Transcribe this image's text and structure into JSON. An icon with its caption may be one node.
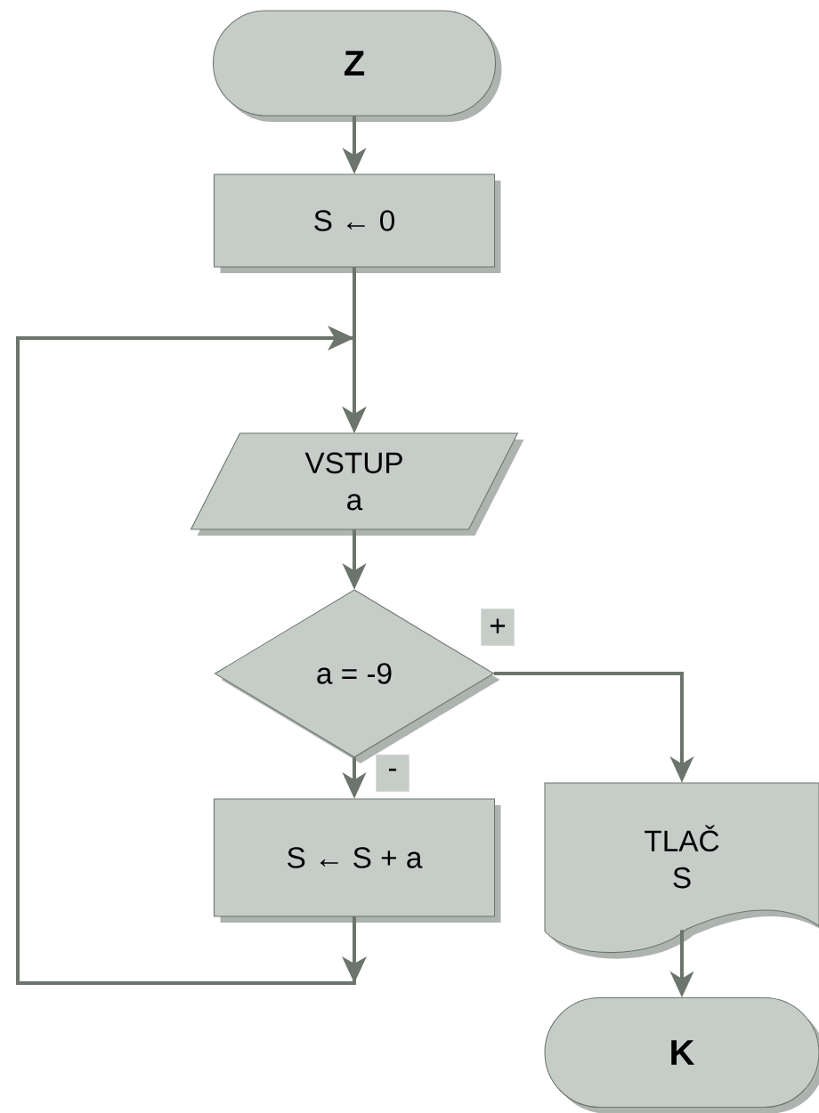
{
  "diagram": {
    "nodes": [
      {
        "text": [
          "Z"
        ]
      },
      {
        "text": [
          "S ← 0"
        ]
      },
      {
        "text": [
          "VSTUP",
          "a"
        ]
      },
      {
        "text": [
          "a = -9"
        ]
      },
      {
        "text": [
          "S ← S + a"
        ]
      },
      {
        "text": [
          "TLAČ",
          "S"
        ]
      },
      {
        "text": [
          "K"
        ]
      }
    ],
    "edges": [
      {
        "from": 0,
        "to": 1,
        "arrow": "to"
      },
      {
        "from": 1,
        "to": 2,
        "arrow": "to"
      },
      {
        "from": 2,
        "to": 3,
        "arrow": "to"
      },
      {
        "from": 3,
        "to": 5,
        "arrow": "to",
        "label": "+"
      },
      {
        "from": 3,
        "to": 4,
        "arrow": "to",
        "label": "-"
      },
      {
        "from": 4,
        "to": 2,
        "arrow": "to"
      },
      {
        "from": 5,
        "to": 6,
        "arrow": "to"
      }
    ]
  }
}
